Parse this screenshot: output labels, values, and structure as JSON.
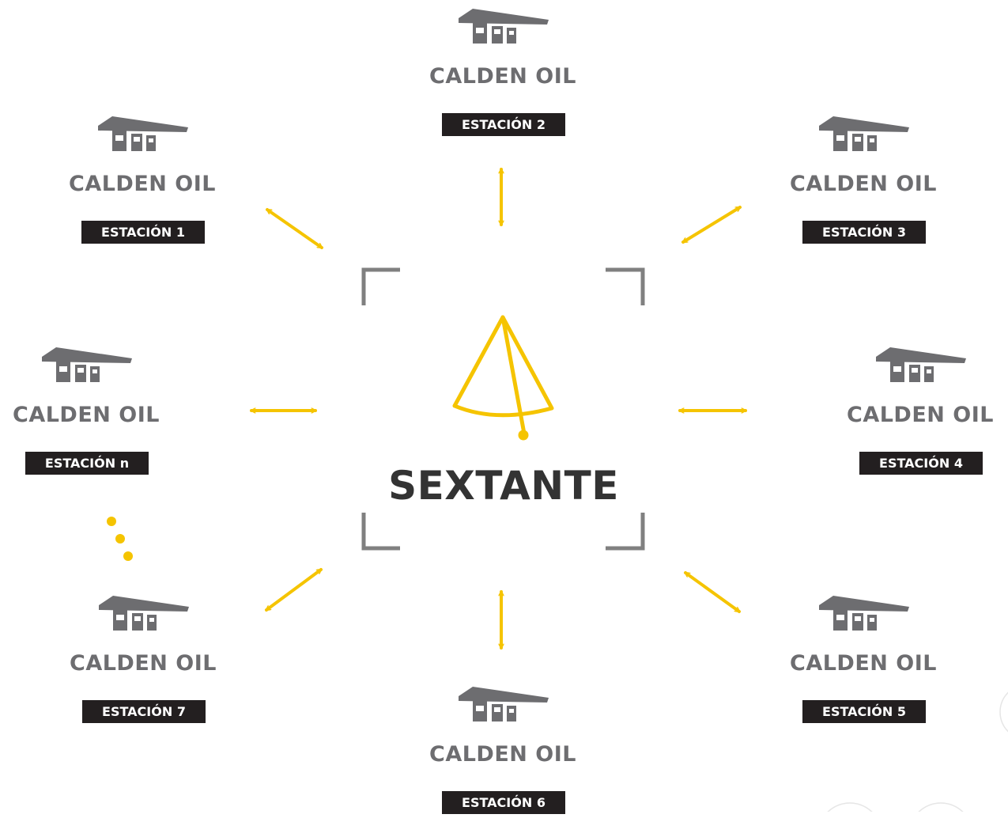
{
  "center": {
    "title": "SEXTANTE"
  },
  "stations": [
    {
      "id": "s1",
      "brand": "CALDEN OIL",
      "label": "ESTACIÓN 1"
    },
    {
      "id": "s2",
      "brand": "CALDEN OIL",
      "label": "ESTACIÓN 2"
    },
    {
      "id": "s3",
      "brand": "CALDEN OIL",
      "label": "ESTACIÓN 3"
    },
    {
      "id": "sn",
      "brand": "CALDEN OIL",
      "label": "ESTACIÓN n"
    },
    {
      "id": "s4",
      "brand": "CALDEN OIL",
      "label": "ESTACIÓN 4"
    },
    {
      "id": "s7",
      "brand": "CALDEN OIL",
      "label": "ESTACIÓN 7"
    },
    {
      "id": "s6",
      "brand": "CALDEN OIL",
      "label": "ESTACIÓN 6"
    },
    {
      "id": "s5",
      "brand": "CALDEN OIL",
      "label": "ESTACIÓN 5"
    }
  ],
  "colors": {
    "accent": "#f5c400",
    "icon_gray": "#6d6d70",
    "frame_gray": "#808080",
    "label_bg": "#231f20",
    "title": "#333333"
  },
  "icons": {
    "station": "gas-station-icon",
    "center": "sextant-icon"
  }
}
